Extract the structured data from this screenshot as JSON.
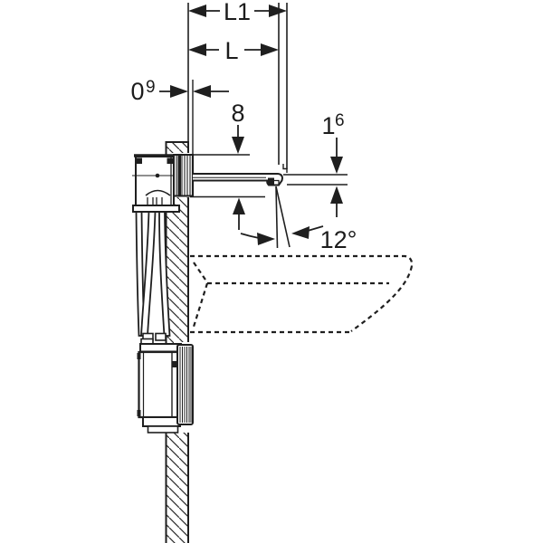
{
  "diagram": {
    "labels": {
      "dim_l1": "L1",
      "dim_l": "L",
      "offset_base": "0",
      "offset_sup": "9",
      "plate_height": "8",
      "spout_base": "1",
      "spout_sup": "6",
      "spray_angle": "12°"
    },
    "colors": {
      "line": "#1f1f1f",
      "background": "#ffffff"
    }
  }
}
